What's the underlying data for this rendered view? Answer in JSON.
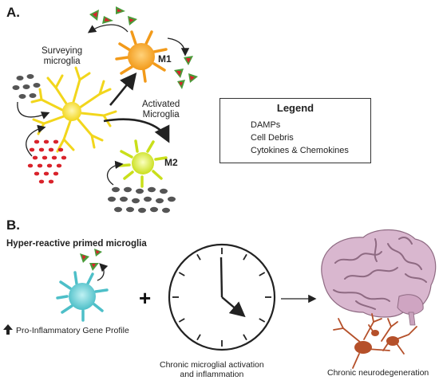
{
  "panels": {
    "a": {
      "label": "A."
    },
    "b": {
      "label": "B."
    }
  },
  "diagram": {
    "surveying": "Surveying\nmicroglia",
    "activated": "Activated\nMicroglia",
    "m1": "M1",
    "m2": "M2",
    "legend": {
      "title": "Legend",
      "items": [
        "DAMPs",
        "Cell Debris",
        "Cytokines & Chemokines"
      ]
    },
    "primed_title": "Hyper-reactive primed microglia",
    "gene_profile": "Pro-Inflammatory Gene Profile",
    "plus": "+",
    "clock_caption": "Chronic microglial activation\nand inflammation",
    "neuro_caption": "Chronic neurodegeneration"
  },
  "colors": {
    "surveying_cell": "#f5dc2a",
    "m1_cell": "#f5a623",
    "m2_cell": "#d6e81f",
    "primed_cell": "#5ec8d0",
    "damps": "#d9232b",
    "debris": "#555555",
    "cytokine_green": "#4a9b3a",
    "cytokine_red": "#d9232b",
    "brain": "#d9b7cf",
    "neuron": "#b5502a"
  },
  "icons": [
    "up-arrow-icon",
    "clock-icon",
    "brain-icon",
    "neuron-icon",
    "microglia-icon"
  ]
}
